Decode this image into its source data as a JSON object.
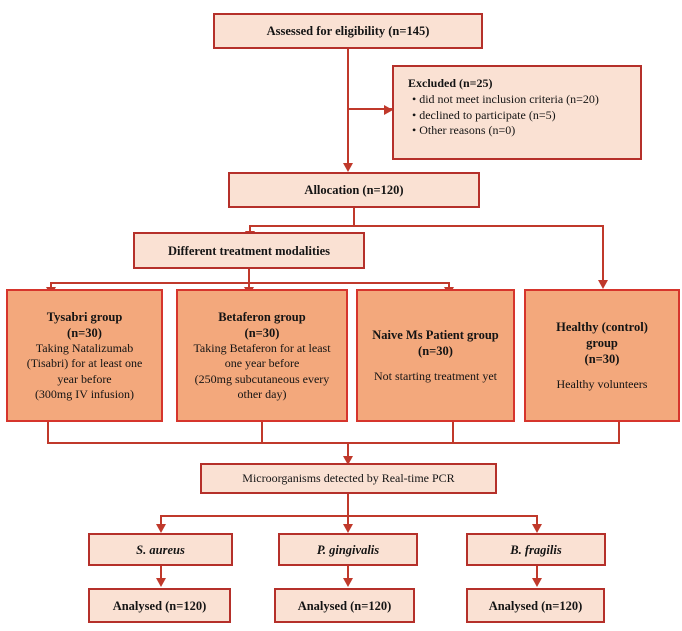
{
  "diagram": {
    "title": "CONSORT-style participant flow diagram",
    "colors": {
      "box_fill_light": "#fae1d3",
      "box_fill_salmon": "#f3a87c",
      "border_dark_red": "#b5302a",
      "border_bright_red": "#d6352c",
      "connector_red": "#c0392b",
      "text": "#141414",
      "background": "#ffffff"
    },
    "nodes": {
      "assessed": {
        "label": "Assessed for eligibility (n=145)"
      },
      "excluded": {
        "heading": "Excluded (n=25)",
        "bullets": [
          "• did not meet inclusion criteria (n=20)",
          "• declined to participate (n=5)",
          "• Other reasons (n=0)"
        ]
      },
      "allocation": {
        "label": "Allocation (n=120)"
      },
      "modalities": {
        "label": "Different treatment modalities"
      },
      "groups": [
        {
          "name": "Tysabri group",
          "count": "(n=30)",
          "lines": [
            "Taking Natalizumab",
            "(Tisabri) for at least one",
            "year before",
            "(300mg IV infusion)"
          ]
        },
        {
          "name": "Betaferon group",
          "count": "(n=30)",
          "lines": [
            "Taking Betaferon for at least",
            "one year before",
            "(250mg subcutaneous every",
            "other day)"
          ]
        },
        {
          "name": "Naive Ms Patient group",
          "count": "(n=30)",
          "lines": [
            "Not starting treatment yet"
          ]
        },
        {
          "name": "Healthy (control)",
          "name2": "group",
          "count": "(n=30)",
          "lines": [
            "Healthy volunteers"
          ]
        }
      ],
      "pcr": {
        "label": "Microorganisms detected by Real-time PCR"
      },
      "organisms": [
        {
          "label": "S. aureus",
          "analysed": "Analysed (n=120)"
        },
        {
          "label": "P. gingivalis",
          "analysed": "Analysed (n=120)"
        },
        {
          "label": "B. fragilis",
          "analysed": "Analysed (n=120)"
        }
      ]
    }
  }
}
